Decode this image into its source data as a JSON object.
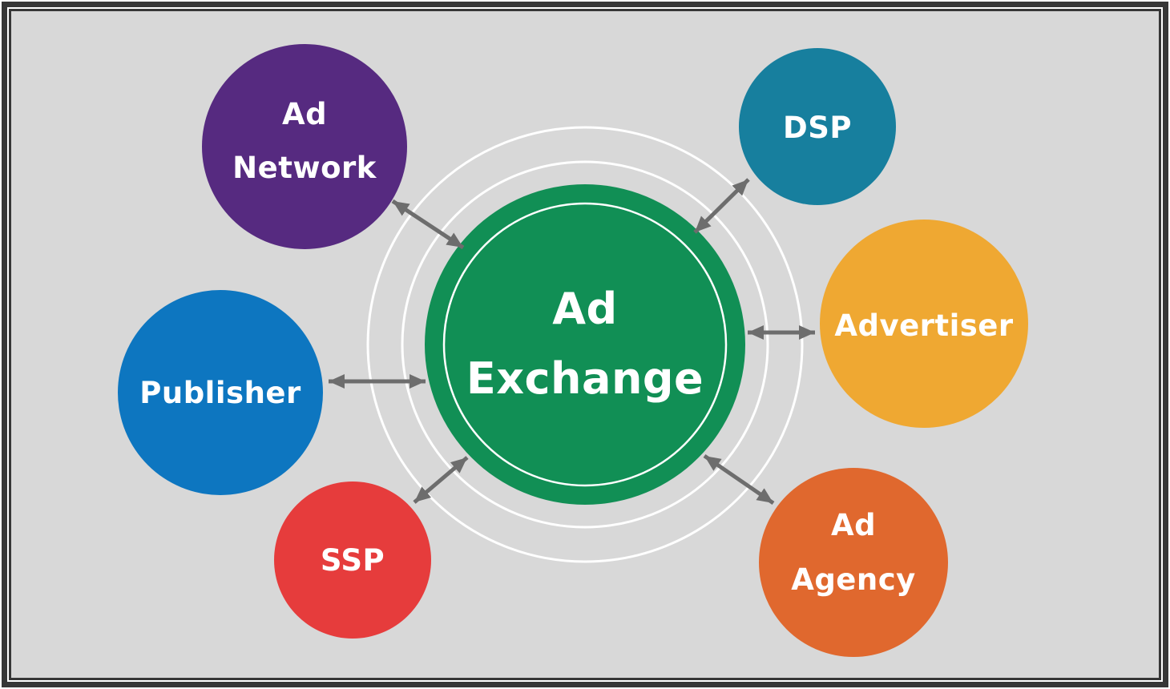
{
  "canvas": {
    "background_color": "#d8d8d8",
    "frame_color": "#363636",
    "ring_color": "#ffffff",
    "arrow_color": "#6d6d6d",
    "text_color": "#ffffff"
  },
  "center": {
    "id": "ad-exchange",
    "line1": "Ad",
    "line2": "Exchange",
    "color": "#118f55"
  },
  "nodes": {
    "ad_network": {
      "line1": "Ad",
      "line2": "Network",
      "color": "#562a80"
    },
    "dsp": {
      "line1": "DSP",
      "color": "#177f9e"
    },
    "advertiser": {
      "line1": "Advertiser",
      "color": "#efa832"
    },
    "publisher": {
      "line1": "Publisher",
      "color": "#0d76c0"
    },
    "ssp": {
      "line1": "SSP",
      "color": "#e63c3c"
    },
    "ad_agency": {
      "line1": "Ad",
      "line2": "Agency",
      "color": "#e0682e"
    }
  }
}
